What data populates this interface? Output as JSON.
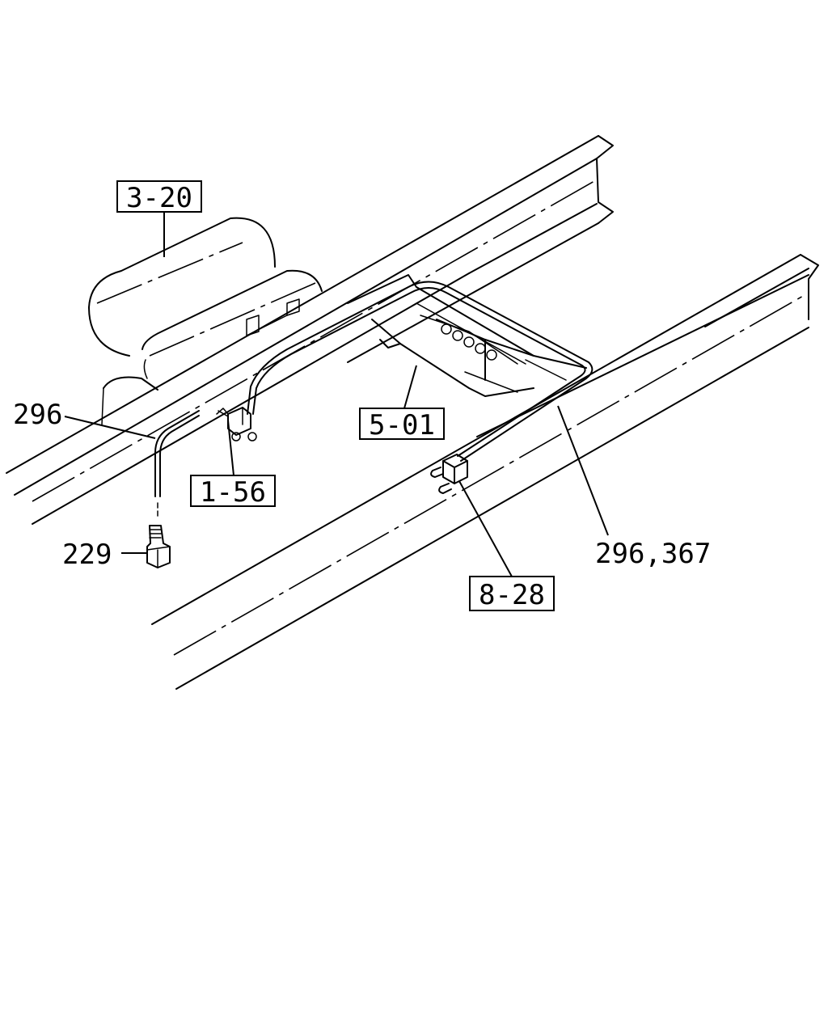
{
  "callouts": {
    "ref_3_20": "3-20",
    "ref_5_01": "5-01",
    "ref_1_56": "1-56",
    "ref_8_28": "8-28",
    "part_296": "296",
    "part_229": "229",
    "part_296_367": "296,367"
  }
}
